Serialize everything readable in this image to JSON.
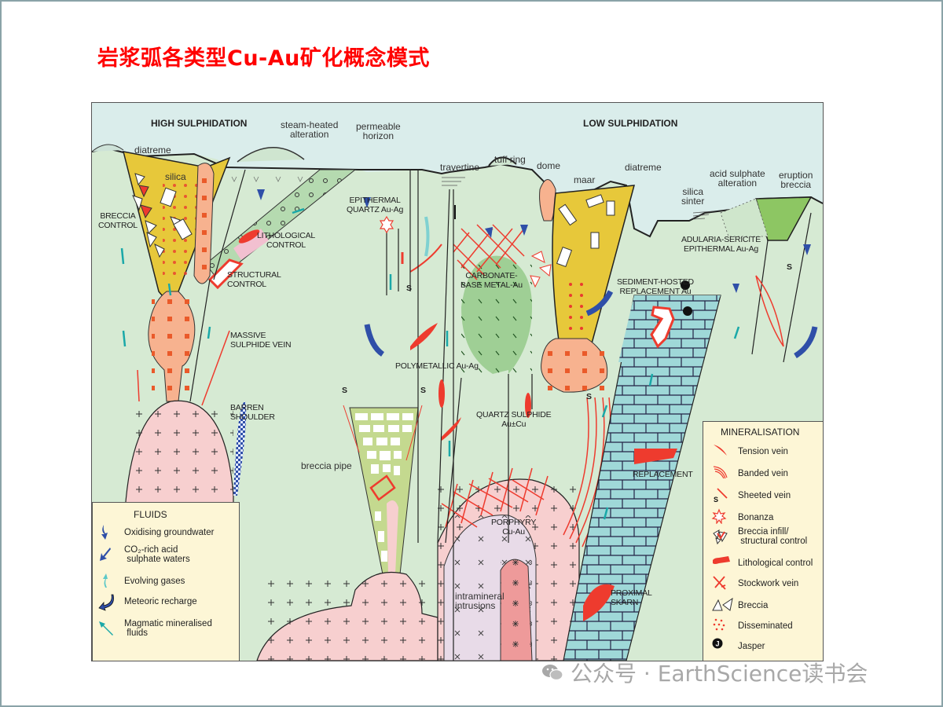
{
  "slide": {
    "title": "岩浆弧各类型Cu-Au矿化概念模式"
  },
  "diagram": {
    "headings": {
      "high": "HIGH SULPHIDATION",
      "low": "LOW SULPHIDATION"
    },
    "surface_labels": {
      "diatreme_left": "diatreme",
      "silica": "silica",
      "steam_heated_1": "steam-heated",
      "steam_heated_2": "alteration",
      "permeable_1": "permeable",
      "permeable_2": "horizon",
      "travertine": "travertine",
      "tuff_ring": "tuff ring",
      "dome": "dome",
      "maar": "maar",
      "diatreme_right": "diatreme",
      "silica_sinter_1": "silica",
      "silica_sinter_2": "sinter",
      "acid_sulphate_1": "acid sulphate",
      "acid_sulphate_2": "alteration",
      "eruption_breccia_1": "eruption",
      "eruption_breccia_2": "breccia",
      "breccia_pipe": "breccia pipe",
      "intramineral_1": "intramineral",
      "intramineral_2": "intrusions"
    },
    "deposit_labels": {
      "breccia_control_1": "BRECCIA",
      "breccia_control_2": "CONTROL",
      "lithological_control_1": "LITHOLOGICAL",
      "lithological_control_2": "CONTROL",
      "structural_control_1": "STRUCTURAL",
      "structural_control_2": "CONTROL",
      "epithermal_1": "EPITHERMAL",
      "epithermal_2": "QUARTZ Au-Ag",
      "carbonate_1": "CARBONATE-",
      "carbonate_2": "BASE METAL-Au",
      "adularia_1": "ADULARIA-SERICITE",
      "adularia_2": "EPITHERMAL Au-Ag",
      "sediment_1": "SEDIMENT-HOSTED",
      "sediment_2": "REPLACEMENT Au",
      "massive_1": "MASSIVE",
      "massive_2": "SULPHIDE VEIN",
      "polymetallic": "POLYMETALLIC Au-Ag",
      "barren_1": "BARREN",
      "barren_2": "SHOULDER",
      "quartz_sulphide_1": "QUARTZ SULPHIDE",
      "quartz_sulphide_2": "Au±Cu",
      "replacement": "REPLACEMENT",
      "porphyry_1": "PORPHYRY",
      "porphyry_2": "Cu-Au",
      "proximal_1": "PROXIMAL",
      "proximal_2": "SKARN",
      "sheeted_s": "S"
    },
    "colors": {
      "sky": "#daedeb",
      "ground": "#d6ead3",
      "intrusion_pink": "#f7cfcf",
      "silica_yellow": "#e7c83a",
      "sulphide_orange": "#f7b28f",
      "vein_red": "#ee3b2e",
      "carbonate_green": "#9fcf95",
      "limestone_blue": "#9fd8d8",
      "meteoric_blue": "#2f4fa8",
      "magmatic_teal": "#1aa8a8",
      "legend_bg": "#fdf6d6"
    }
  },
  "legend_fluids": {
    "title": "FLUIDS",
    "items": [
      {
        "icon": "oxidising-groundwater-arrow-icon",
        "label": "Oxidising groundwater"
      },
      {
        "icon": "co2-acid-water-arrow-icon",
        "label": "CO₂-rich acid",
        "label2": "sulphate waters"
      },
      {
        "icon": "evolving-gases-arrow-icon",
        "label": "Evolving gases"
      },
      {
        "icon": "meteoric-recharge-arrow-icon",
        "label": "Meteoric recharge"
      },
      {
        "icon": "magmatic-fluids-arrow-icon",
        "label": "Magmatic mineralised",
        "label2": "fluids"
      }
    ]
  },
  "legend_mineralisation": {
    "title": "MINERALISATION",
    "items": [
      {
        "icon": "tension-vein-icon",
        "label": "Tension vein"
      },
      {
        "icon": "banded-vein-icon",
        "label": "Banded vein"
      },
      {
        "icon": "sheeted-vein-icon",
        "label": "Sheeted vein",
        "glyph": "S"
      },
      {
        "icon": "bonanza-icon",
        "label": "Bonanza"
      },
      {
        "icon": "breccia-infill-icon",
        "label": "Breccia infill/",
        "label2": "structural control"
      },
      {
        "icon": "lithological-control-icon",
        "label": "Lithological control"
      },
      {
        "icon": "stockwork-vein-icon",
        "label": "Stockwork vein"
      },
      {
        "icon": "breccia-icon",
        "label": "Breccia"
      },
      {
        "icon": "disseminated-icon",
        "label": "Disseminated"
      },
      {
        "icon": "jasper-icon",
        "label": "Jasper",
        "glyph": "J"
      }
    ]
  },
  "watermark": {
    "text": "公众号 · EarthScience读书会"
  }
}
